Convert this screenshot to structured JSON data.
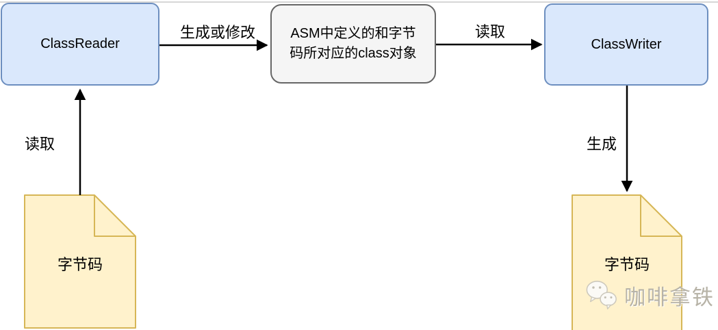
{
  "diagram": {
    "nodes": {
      "class_reader": {
        "label": "ClassReader"
      },
      "asm_object": {
        "label": "ASM中定义的和字节码所对应的class对象",
        "lines": [
          "ASM中定义的和字节",
          "码所对应的class对象"
        ]
      },
      "class_writer": {
        "label": "ClassWriter"
      },
      "bytecode_left": {
        "label": "字节码"
      },
      "bytecode_right": {
        "label": "字节码"
      }
    },
    "edges": {
      "reader_to_asm": {
        "label": "生成或修改"
      },
      "asm_to_writer": {
        "label": "读取"
      },
      "bytecode_to_reader": {
        "label": "读取"
      },
      "writer_to_bytecode": {
        "label": "生成"
      }
    },
    "colors": {
      "node_fill": "#dae8fc",
      "node_stroke": "#6c8ebf",
      "asm_box_fill": "#f5f5f5",
      "asm_box_stroke": "#666666",
      "doc_fill": "#fff2cc",
      "doc_stroke": "#d6b656",
      "arrow": "#000000",
      "top_rule": "#d6d6d6",
      "watermark_text": "#b7b3a7"
    }
  },
  "watermark": {
    "label": "咖啡拿铁",
    "icon": "wechat-icon"
  }
}
